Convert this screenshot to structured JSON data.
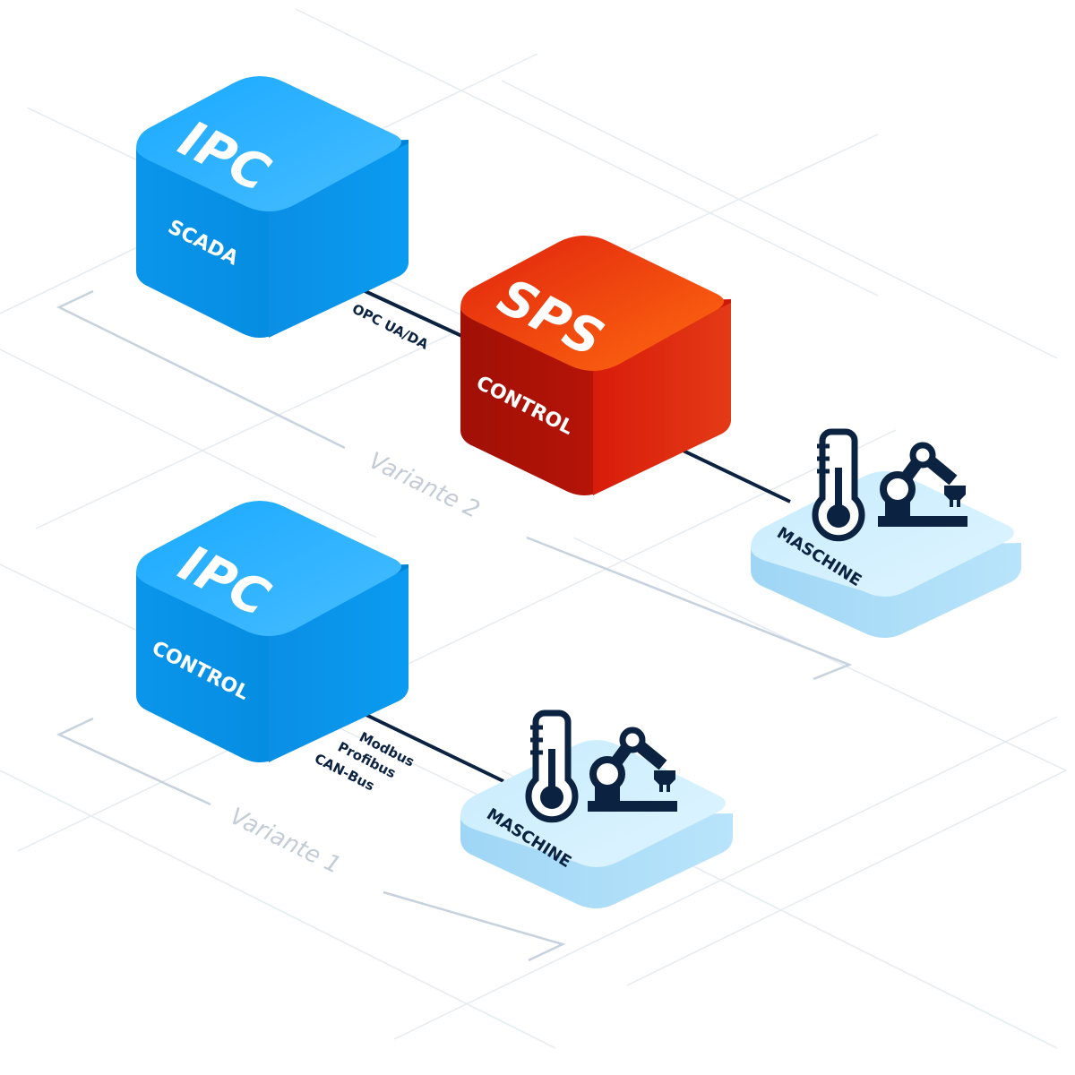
{
  "diagram": {
    "variant2": {
      "label": "Variante 2",
      "ipc": {
        "title": "IPC",
        "subtitle": "SCADA"
      },
      "sps": {
        "title": "SPS",
        "subtitle": "CONTROL"
      },
      "protocol": "OPC UA/DA",
      "machine": {
        "label": "MASCHINE",
        "icons": [
          "thermometer-icon",
          "robot-arm-icon"
        ]
      }
    },
    "variant1": {
      "label": "Variante 1",
      "ipc": {
        "title": "IPC",
        "subtitle": "CONTROL"
      },
      "protocols": [
        "Modbus",
        "Profibus",
        "CAN-Bus"
      ],
      "machine": {
        "label": "MASCHINE",
        "icons": [
          "thermometer-icon",
          "robot-arm-icon"
        ]
      }
    }
  },
  "colors": {
    "ipc_blue": "#0a9af0",
    "sps_red": "#e0200e",
    "machine_blue": "#b6e2fa",
    "icon_navy": "#0b2240",
    "connector": "#0b2240",
    "bracket": "#c6d2de",
    "grid": "#e6ebf0",
    "variant_text": "#c3ccd6"
  }
}
